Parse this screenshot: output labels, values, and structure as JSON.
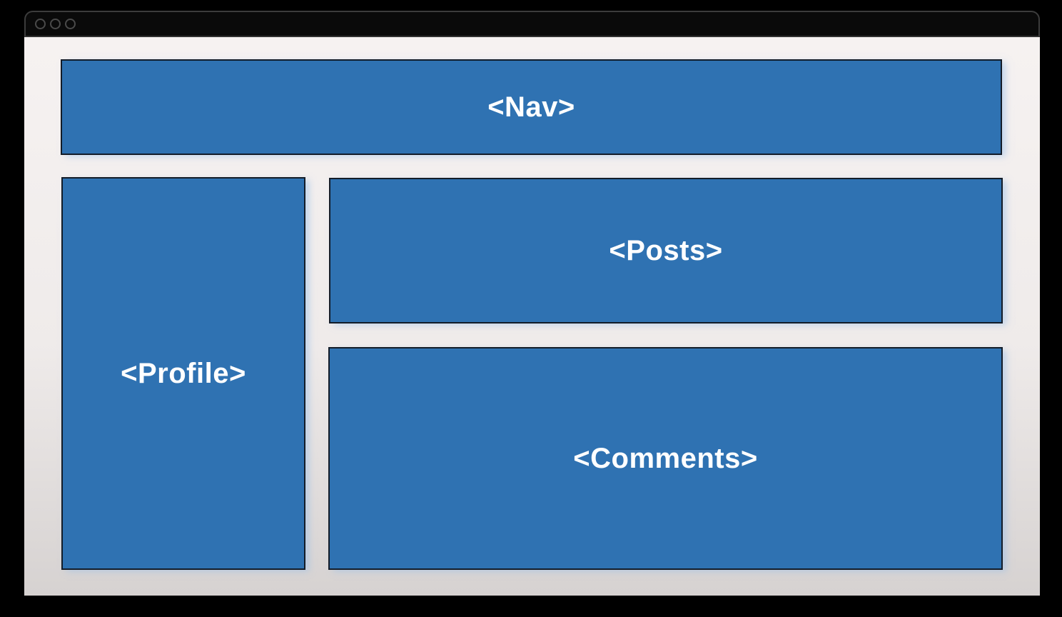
{
  "window": {
    "controls": [
      {
        "icon": "close-circle",
        "label": "close"
      },
      {
        "icon": "minimize-circle",
        "label": "minimize"
      },
      {
        "icon": "maximize-circle",
        "label": "maximize"
      }
    ]
  },
  "diagram": {
    "components": [
      {
        "id": "nav",
        "label": "<Nav>"
      },
      {
        "id": "profile",
        "label": "<Profile>"
      },
      {
        "id": "posts",
        "label": "<Posts>"
      },
      {
        "id": "comments",
        "label": "<Comments>"
      }
    ],
    "colors": {
      "box_fill": "#2F72B2",
      "box_border": "#131C28",
      "label_text": "#FFFFFF",
      "box_glow": "#96BEEB",
      "window_bg_top": "#F6F2F1",
      "window_bg_bottom": "#D6D2D1",
      "titlebar_bg": "#0A0A0A",
      "titlebar_outline": "#3C3C3C",
      "control_outline": "#4A4A4A",
      "backdrop": "#000000"
    }
  }
}
